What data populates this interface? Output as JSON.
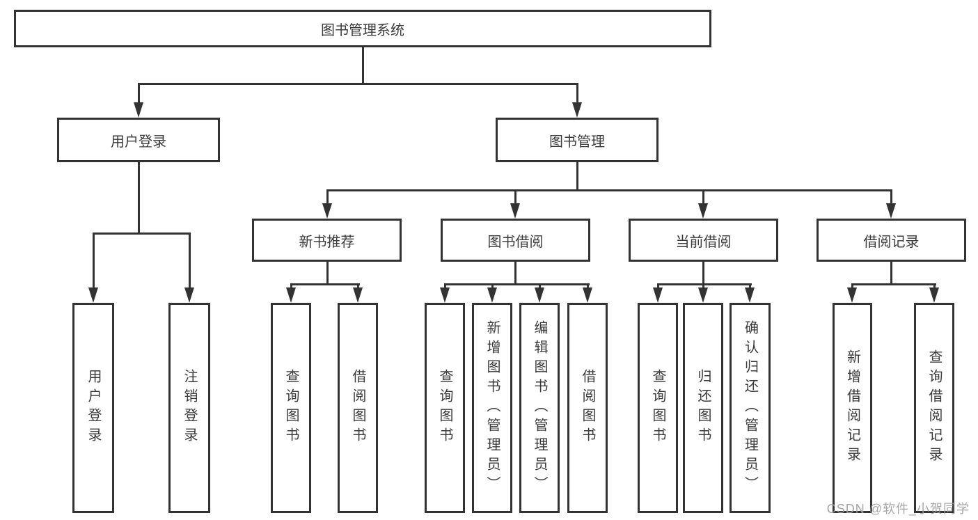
{
  "diagram": {
    "root": {
      "label": "图书管理系统"
    },
    "branches": [
      {
        "label": "用户登录",
        "leaves": [
          {
            "label": "用户登录"
          },
          {
            "label": "注销登录"
          }
        ]
      },
      {
        "label": "图书管理",
        "groups": [
          {
            "label": "新书推荐",
            "leaves": [
              {
                "label": "查询图书"
              },
              {
                "label": "借阅图书"
              }
            ]
          },
          {
            "label": "图书借阅",
            "leaves": [
              {
                "label": "查询图书"
              },
              {
                "label": "新增图书（管理员）"
              },
              {
                "label": "编辑图书（管理员）"
              },
              {
                "label": "借阅图书"
              }
            ]
          },
          {
            "label": "当前借阅",
            "leaves": [
              {
                "label": "查询图书"
              },
              {
                "label": "归还图书"
              },
              {
                "label": "确认归还（管理员）"
              }
            ]
          },
          {
            "label": "借阅记录",
            "leaves": [
              {
                "label": "新增借阅记录"
              },
              {
                "label": "查询借阅记录"
              }
            ]
          }
        ]
      }
    ]
  },
  "watermark": "CSDN @软件_小贺同学",
  "colors": {
    "line": "#333333",
    "text": "#3a3a3a",
    "background": "#ffffff",
    "watermark": "#9e9e9e"
  }
}
